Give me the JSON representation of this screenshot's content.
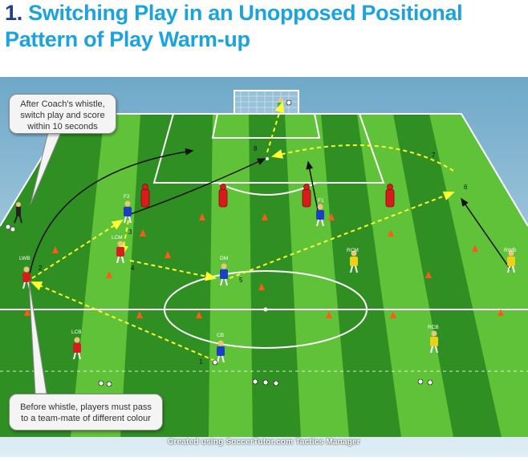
{
  "title": {
    "number": "1.",
    "line1": "Switching Play in an Unopposed Positional",
    "line2": "Pattern of Play Warm-up"
  },
  "notes": {
    "top": [
      "After Coach's whistle,",
      "switch play and score",
      "within 10 seconds"
    ],
    "bottom": [
      "Before whistle, players must pass",
      "to a team-mate of different colour"
    ]
  },
  "credit": "Created using SoccerTutor.com Tactics Manager",
  "players": {
    "f2": "F2",
    "f1": "F1",
    "lcm": "LCM",
    "dm": "DM",
    "lwb": "LWB",
    "rcm": "RCM",
    "rwb": "RWB",
    "lcb": "LCB",
    "cb": "CB",
    "rcb": "RCB"
  },
  "step_numbers": [
    "1",
    "2",
    "3",
    "4",
    "5",
    "6",
    "7",
    "8"
  ],
  "colors": {
    "title_blue": "#1aa3dc",
    "title_number": "#1d3f8f",
    "pitch_light": "#58b833",
    "pitch_dark": "#2f8f22",
    "team_red": "#d81c1c",
    "team_blue": "#1a3fbf",
    "team_yellow": "#e8d21a",
    "pass_line": "#ffff33"
  }
}
